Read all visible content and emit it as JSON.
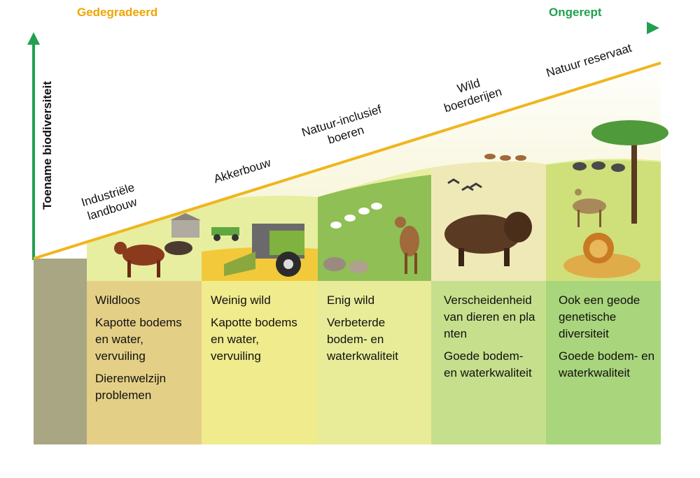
{
  "axis": {
    "left_label": "Gedegradeerd",
    "right_label": "Ongerept",
    "vertical_label": "Toename biodiversiteit",
    "left_color": "#f0a500",
    "right_color": "#22a050"
  },
  "categories": [
    {
      "label_lines": [
        "Industriële",
        "landbouw"
      ],
      "items": [
        "Wildloos",
        "Kapotte bodems en water, vervuiling",
        "Dierenwelzijn problemen"
      ],
      "color": "#e4cf86",
      "scene_icons": [
        "cattle-icon",
        "farm-shed-icon"
      ]
    },
    {
      "label_lines": [
        "Akkerbouw"
      ],
      "items": [
        "Weinig wild",
        "Kapotte bodems en water, vervuiling"
      ],
      "color": "#f0eb8c",
      "scene_icons": [
        "combine-harvester-icon",
        "tractor-icon"
      ]
    },
    {
      "label_lines": [
        "Natuur-inclusief",
        "boeren"
      ],
      "items": [
        "Enig wild",
        "Verbeterde bodem- en waterkwaliteit"
      ],
      "color": "#e8ec98",
      "scene_icons": [
        "sheep-icon",
        "deer-icon",
        "partridge-icon"
      ]
    },
    {
      "label_lines": [
        "Wild",
        "boerderijen"
      ],
      "items": [
        "Verscheidenheid van dieren en planten",
        "Goede bodem- en waterkwaliteit"
      ],
      "color": "#c6df8c",
      "scene_icons": [
        "bison-icon",
        "birds-icon",
        "deer-herd-icon"
      ]
    },
    {
      "label_lines": [
        "Natuur reservaat"
      ],
      "items": [
        "Ook een geode genetische diversiteit",
        "Goede bodem- en waterkwaliteit"
      ],
      "color": "#a9d57c",
      "scene_icons": [
        "lion-icon",
        "kudu-icon",
        "acacia-tree-icon",
        "elephants-icon"
      ]
    }
  ]
}
